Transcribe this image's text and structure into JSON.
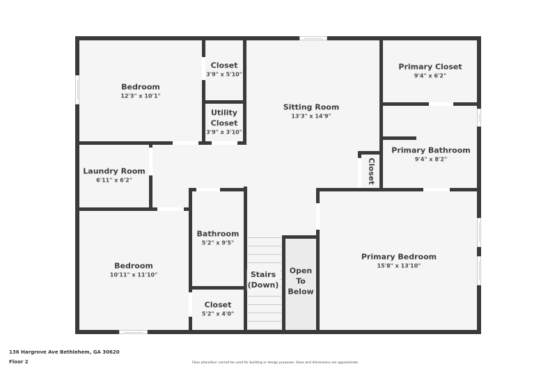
{
  "floorplan": {
    "rooms": [
      {
        "name": "Bedroom",
        "dims": "12'3\" x 10'1\""
      },
      {
        "name": "Closet",
        "dims": "3'9\" x 5'10\""
      },
      {
        "name": "Utility Closet",
        "name_lines": [
          "Utility",
          "Closet"
        ],
        "dims": "3'9\" x 3'10\""
      },
      {
        "name": "Sitting Room",
        "dims": "13'3\" x 14'9\""
      },
      {
        "name": "Primary Closet",
        "dims": "9'4\" x 6'2\""
      },
      {
        "name": "Primary Bathroom",
        "dims": "9'4\" x 8'2\""
      },
      {
        "name": "Closet",
        "dims": ""
      },
      {
        "name": "Laundry Room",
        "dims": "6'11\" x 6'2\""
      },
      {
        "name": "Bathroom",
        "dims": "5'2\" x 9'5\""
      },
      {
        "name": "Bedroom",
        "dims": "10'11\" x 11'10\""
      },
      {
        "name": "Stairs (Down)",
        "name_lines": [
          "Stairs",
          "(Down)"
        ],
        "dims": ""
      },
      {
        "name": "Open To Below",
        "name_lines": [
          "Open",
          "To",
          "Below"
        ],
        "dims": ""
      },
      {
        "name": "Closet",
        "dims": "5'2\" x 4'0\""
      },
      {
        "name": "Primary Bedroom",
        "dims": "15'8\" x 13'10\""
      }
    ]
  },
  "footer": {
    "address": "136 Hargrove Ave Bethlehem, GA 30620",
    "floor": "Floor 2",
    "disclaimer": "Floor plans/tour cannot be used for building or design purposes. Sizes and dimensions are approximate."
  },
  "colors": {
    "wall": "#3a3a3a",
    "floor": "#f5f5f5",
    "open_to_below": "#ececec",
    "text": "#3c3c3c"
  }
}
